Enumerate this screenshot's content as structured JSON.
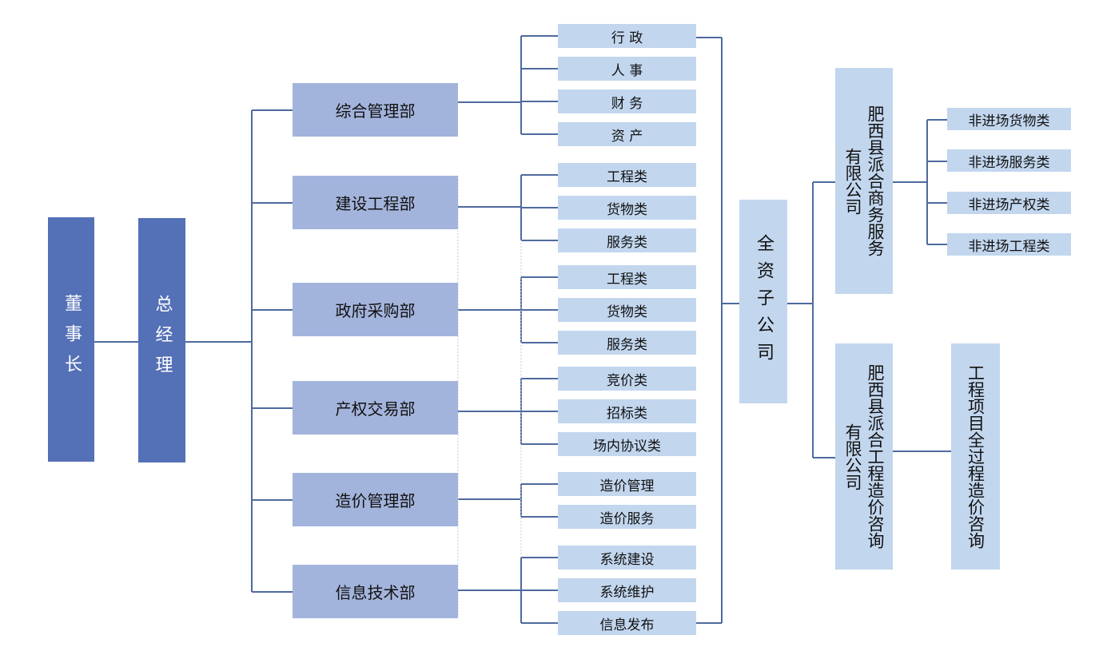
{
  "chairman": "董事长",
  "general_manager": "总经理",
  "departments": [
    {
      "name": "综合管理部",
      "items": [
        "行 政",
        "人 事",
        "财 务",
        "资 产"
      ]
    },
    {
      "name": "建设工程部",
      "items": [
        "工程类",
        "货物类",
        "服务类"
      ]
    },
    {
      "name": "政府采购部",
      "items": [
        "工程类",
        "货物类",
        "服务类"
      ]
    },
    {
      "name": "产权交易部",
      "items": [
        "竞价类",
        "招标类",
        "场内协议类"
      ]
    },
    {
      "name": "造价管理部",
      "items": [
        "造价管理",
        "造价服务"
      ]
    },
    {
      "name": "信息技术部",
      "items": [
        "系统建设",
        "系统维护",
        "信息发布"
      ]
    }
  ],
  "subsidiary": "全资子公司",
  "companies": [
    {
      "name_line1": "肥西县派合商务服务",
      "name_line2": "有限公司",
      "categories": [
        "非进场货物类",
        "非进场服务类",
        "非进场产权类",
        "非进场工程类"
      ]
    },
    {
      "name_line1": "肥西县派合工程造价咨询",
      "name_line2": "有限公司",
      "business": "工程项目全过程造价咨询"
    }
  ],
  "colors": {
    "dark": "#5470b6",
    "dept": "#a3b4dc",
    "light": "#c2d6ee",
    "line": "#4e6a9e"
  }
}
